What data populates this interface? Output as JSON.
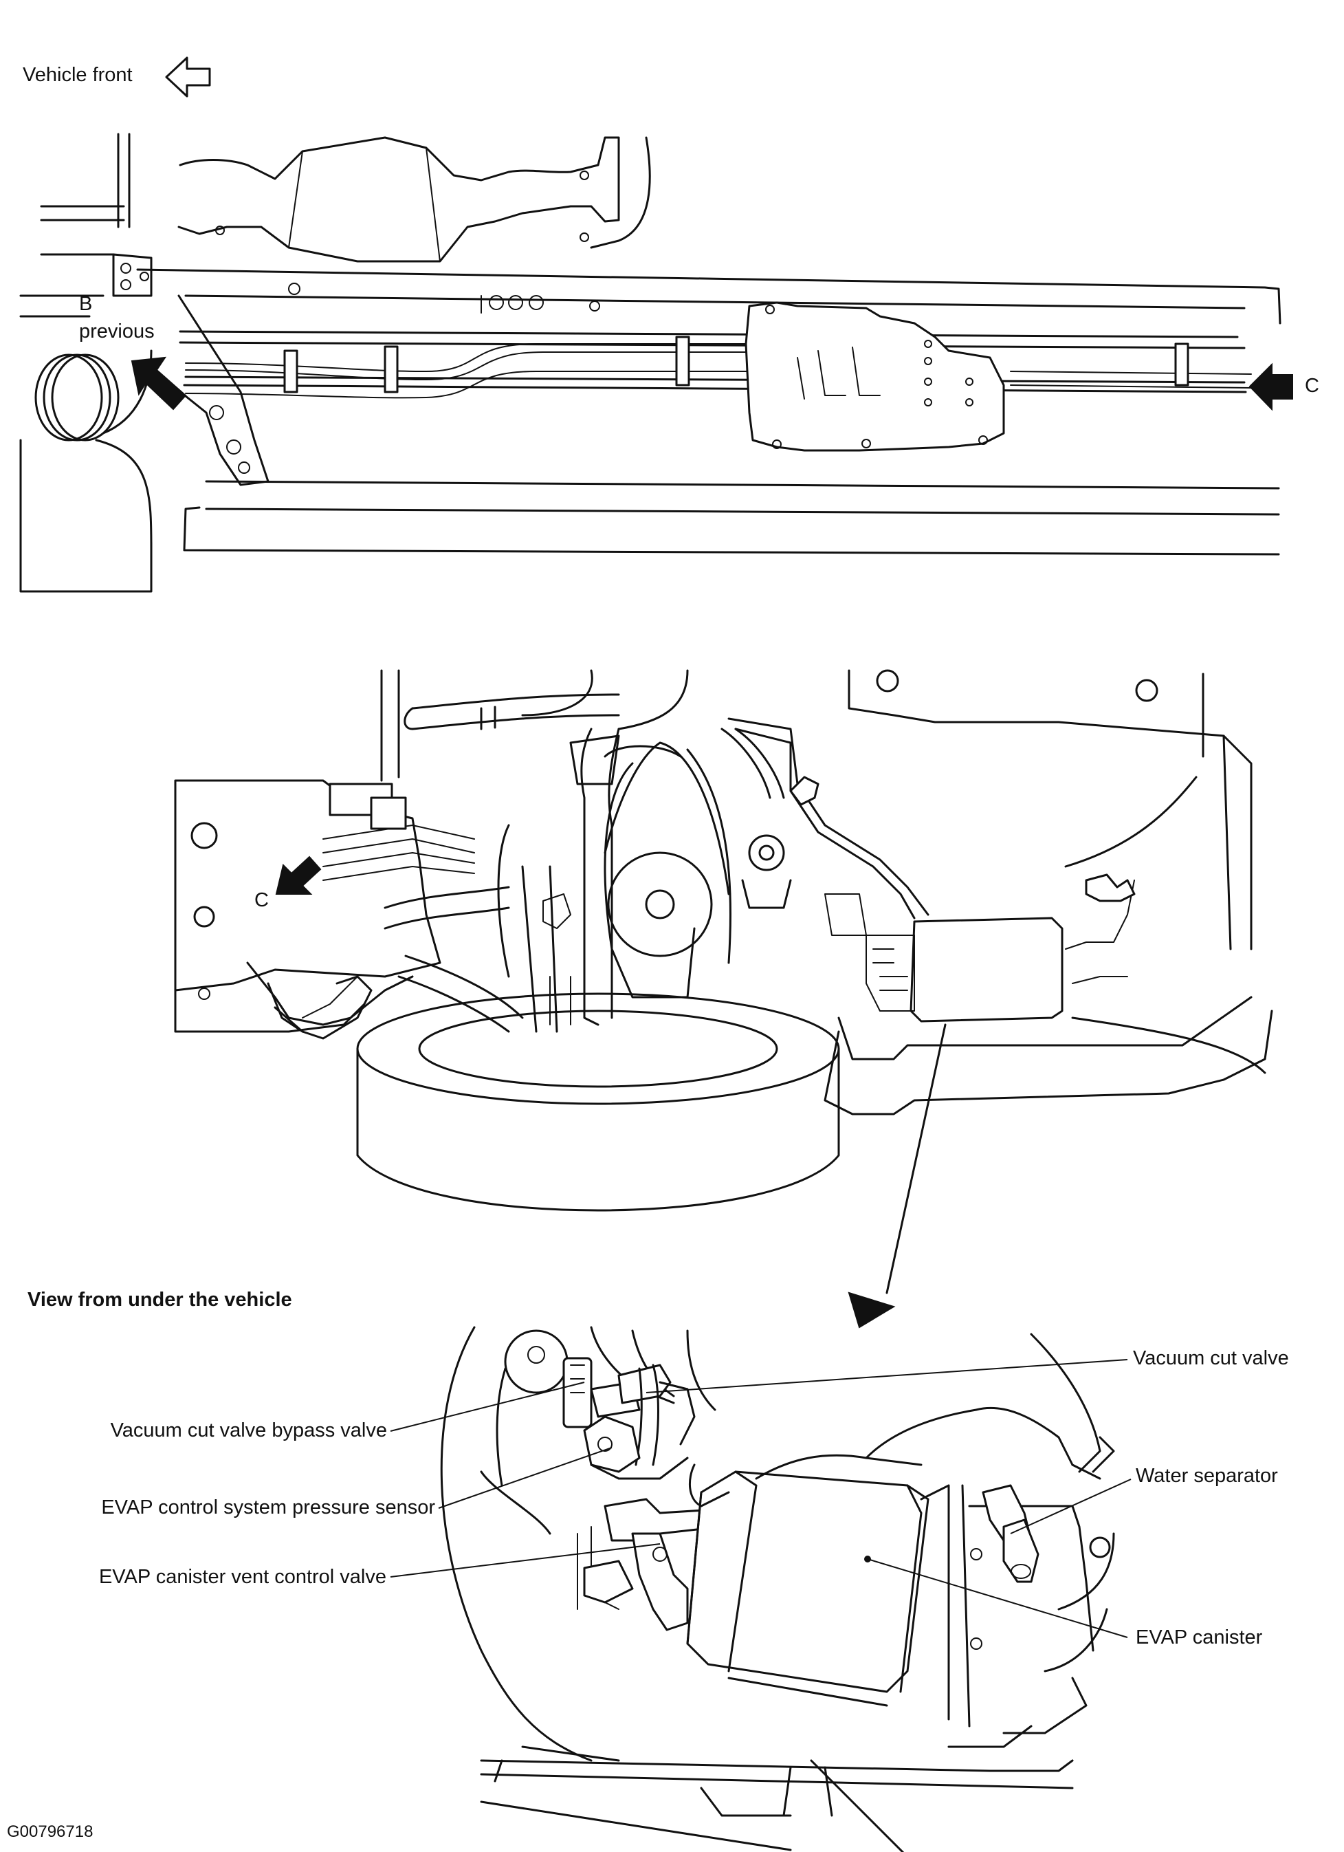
{
  "header": {
    "vehicle_front": "Vehicle front"
  },
  "top_view": {
    "ref_b": "B",
    "ref_previous": "previous",
    "ref_c": "C"
  },
  "middle_view": {
    "ref_c": "C"
  },
  "detail_view": {
    "title": "View from under the vehicle",
    "labels": {
      "vacuum_cut_valve": "Vacuum cut valve",
      "vacuum_cut_valve_bypass_valve": "Vacuum cut valve bypass valve",
      "evap_pressure_sensor": "EVAP control system pressure sensor",
      "evap_vent_control_valve": "EVAP canister vent control valve",
      "water_separator": "Water separator",
      "evap_canister": "EVAP canister"
    }
  },
  "footer": {
    "figure_id": "G00796718"
  },
  "icons": {
    "vehicle_front": "outline-arrow-left-icon",
    "direction": "solid-arrow-icon"
  }
}
